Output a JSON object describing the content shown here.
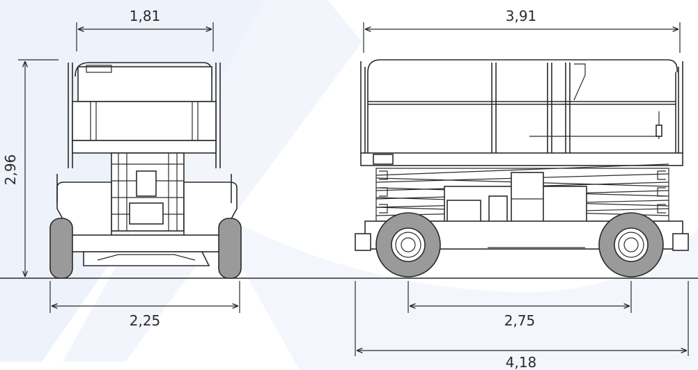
{
  "dimensions": {
    "front_platform_width": "1,81",
    "front_track_width": "2,25",
    "total_height": "2,96",
    "side_platform_length": "3,91",
    "wheelbase": "2,75",
    "total_length": "4,18"
  },
  "colors": {
    "line": "#2a2a2a",
    "tire": "#9a9a9a",
    "background_swoosh": "#eef2fb"
  }
}
